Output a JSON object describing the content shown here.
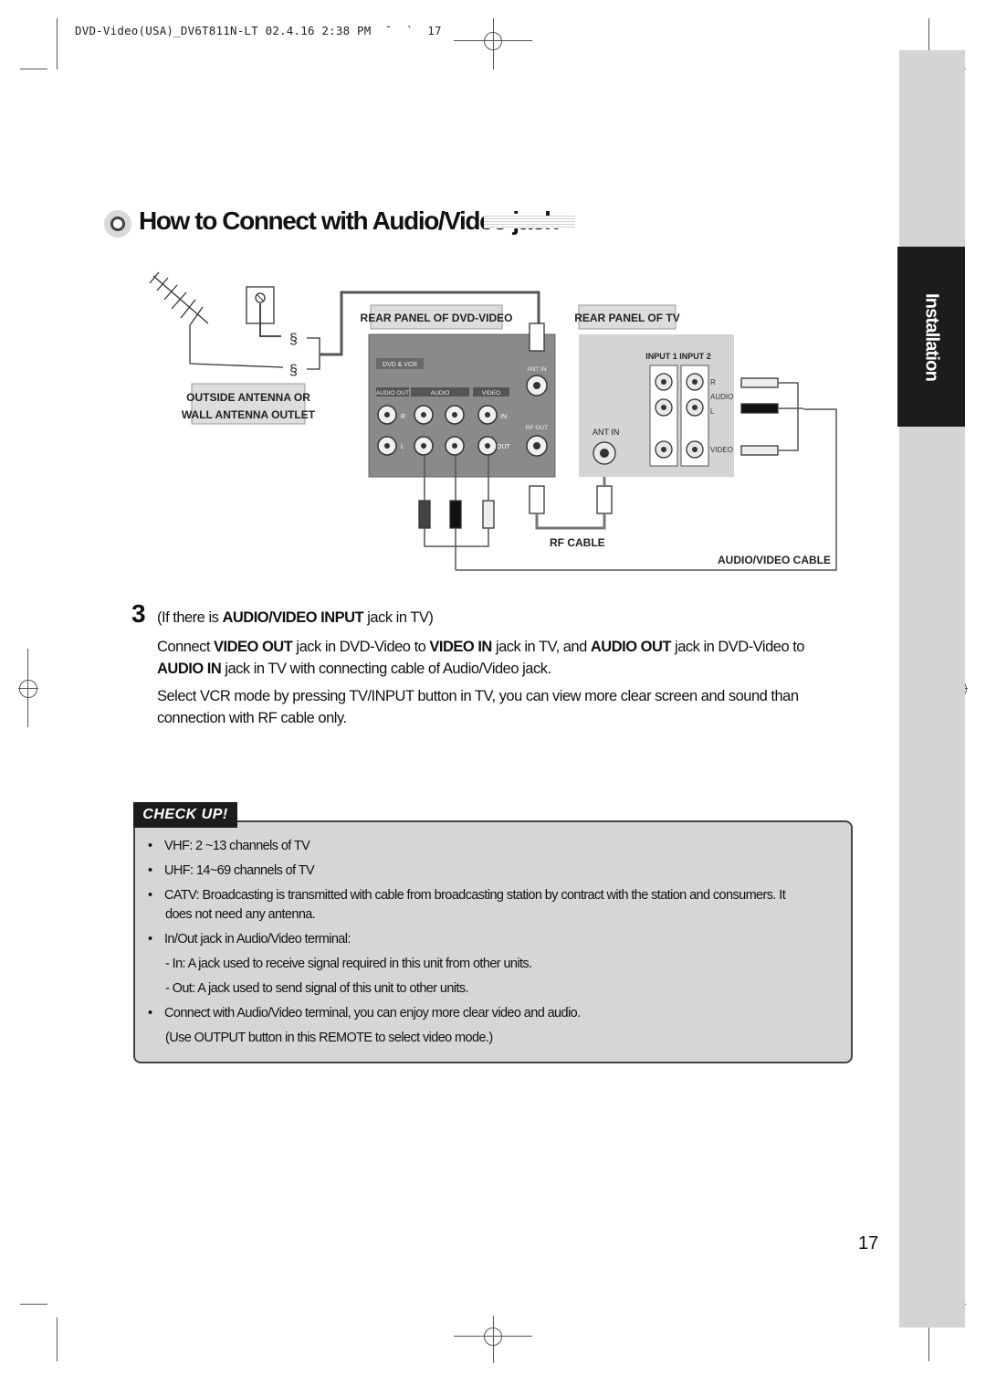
{
  "header": {
    "slug": "DVD-Video(USA)_DV6T811N-LT 02.4.16 2:38 PM  ˘  `  17"
  },
  "side_tab": {
    "label": "Installation"
  },
  "section": {
    "title": "How to Connect with Audio/Video jack"
  },
  "diagram": {
    "antenna_label_line1": "OUTSIDE ANTENNA OR",
    "antenna_label_line2": "WALL ANTENNA OUTLET",
    "dvd_panel_label": "REAR PANEL OF DVD-VIDEO",
    "tv_panel_label": "REAR PANEL OF TV",
    "dvd_vcr": "DVD & VCR",
    "ant_in": "ANT IN",
    "audio_out": "AUDIO OUT",
    "audio": "AUDIO",
    "video": "VIDEO",
    "rf_out": "RF OUT",
    "r": "R",
    "l": "L",
    "in": "IN",
    "out": "OUT",
    "tv_inputs": "INPUT 1  INPUT 2",
    "tv_r": "R",
    "tv_audio": "AUDIO",
    "tv_l": "L",
    "tv_video": "VIDEO",
    "tv_ant_in": "ANT IN",
    "rf_cable": "RF CABLE",
    "av_cable": "AUDIO/VIDEO CABLE"
  },
  "step": {
    "number": "3",
    "line1_a": "(If there is ",
    "line1_b": "AUDIO/VIDEO INPUT",
    "line1_c": " jack in TV)",
    "p1_a": "Connect ",
    "p1_b": "VIDEO OUT",
    "p1_c": " jack in DVD-Video to ",
    "p1_d": "VIDEO IN",
    "p1_e": " jack in TV, and ",
    "p1_f": "AUDIO OUT",
    "p1_g": " jack in DVD-Video to",
    "p2_a": "AUDIO IN",
    "p2_b": " jack in TV with connecting cable of Audio/Video jack.",
    "p3": "Select VCR mode by pressing TV/INPUT button in TV, you can view more clear screen and sound than",
    "p4": "connection with RF cable only."
  },
  "check_up": {
    "badge": "CHECK UP!",
    "items": [
      "VHF: 2 ~13 channels of TV",
      "UHF: 14~69 channels of TV",
      "CATV: Broadcasting is transmitted with cable from broadcasting station by contract with the station and consumers. It",
      "does not need any antenna.",
      "In/Out jack in Audio/Video terminal:",
      "- In: A jack used to receive signal required in this unit from other units.",
      "- Out: A jack used to send signal of this unit to other units.",
      "Connect with Audio/Video terminal, you can enjoy more clear video and audio.",
      "(Use OUTPUT button in this REMOTE  to select video mode.)"
    ]
  },
  "page_number": "17"
}
